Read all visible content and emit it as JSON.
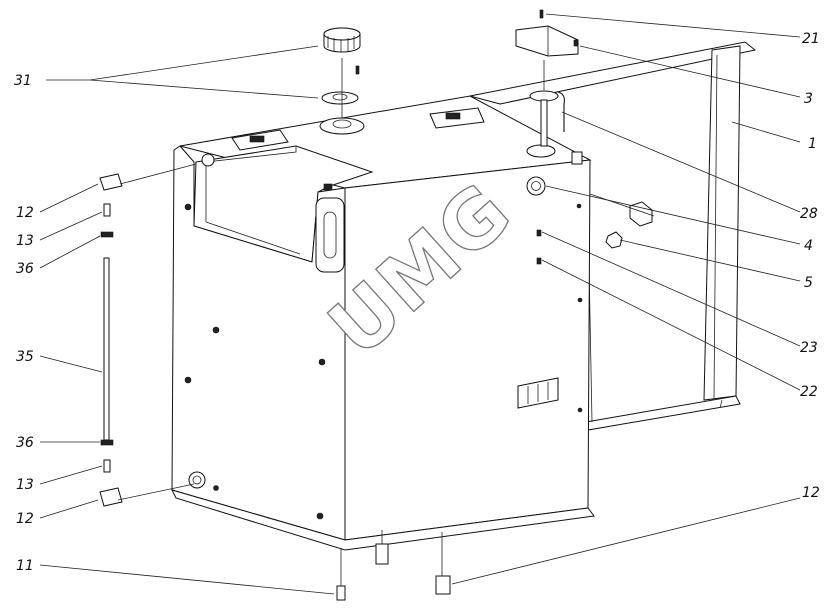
{
  "watermark": "UMG",
  "callouts": {
    "c31": "31",
    "c21": "21",
    "c3": "3",
    "c1": "1",
    "c28": "28",
    "c4": "4",
    "c5": "5",
    "c23": "23",
    "c22": "22",
    "c12_top": "12",
    "c13_top": "13",
    "c36_top": "36",
    "c35": "35",
    "c36_bot": "36",
    "c13_bot": "13",
    "c12_bot": "12",
    "c11": "11",
    "c12_right": "12"
  }
}
